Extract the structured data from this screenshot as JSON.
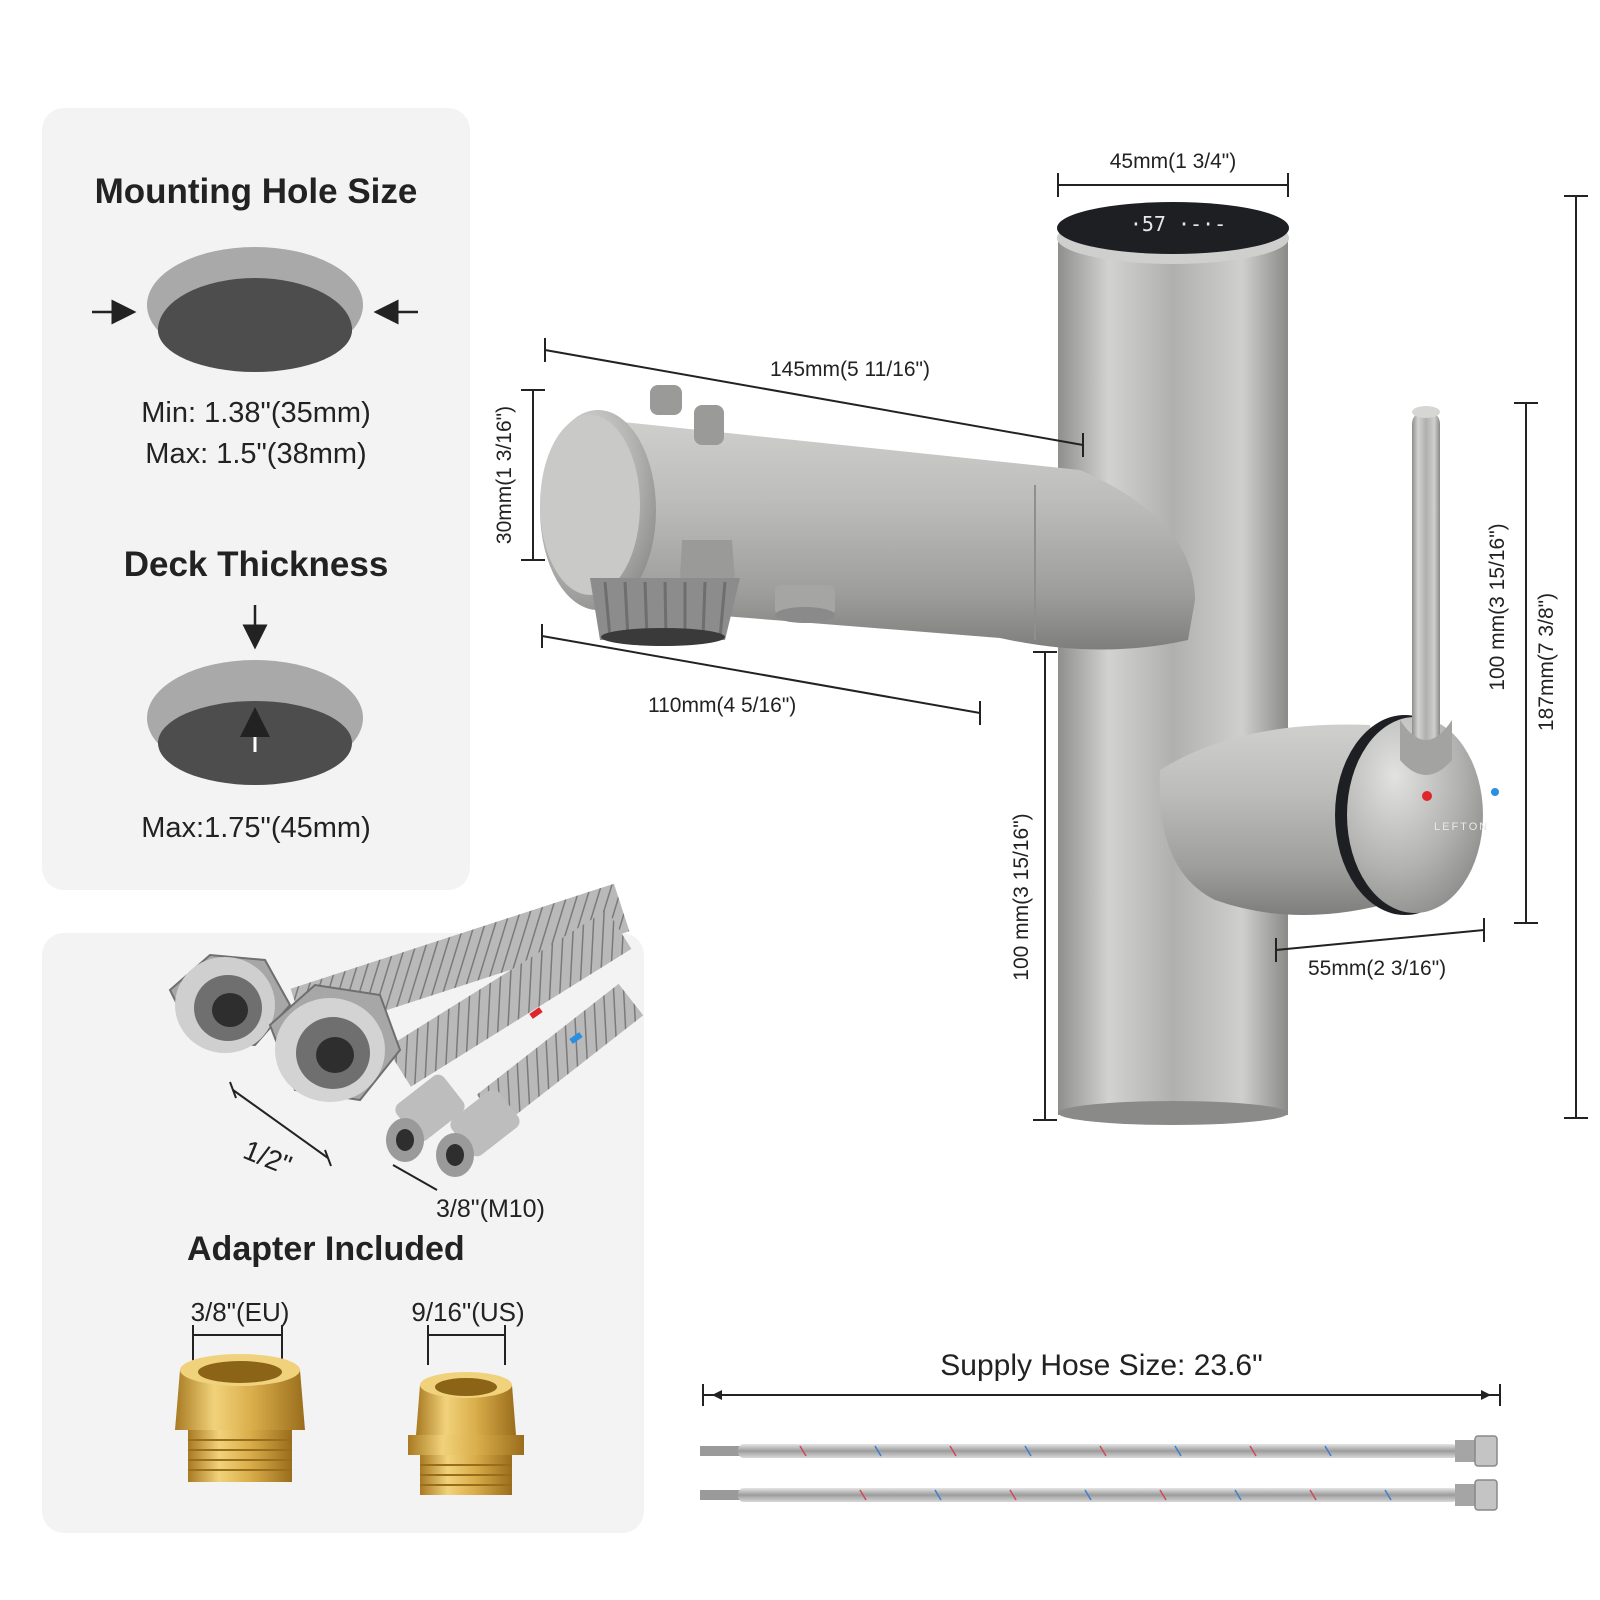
{
  "mounting": {
    "title": "Mounting Hole Size",
    "min": "Min: 1.38\"(35mm)",
    "max": "Max: 1.5\"(38mm)"
  },
  "deck": {
    "title": "Deck Thickness",
    "max": "Max:1.75\"(45mm)"
  },
  "connectors": {
    "half_inch": "1/2\"",
    "three_eighths": "3/8\"(M10)"
  },
  "adapter": {
    "title": "Adapter Included",
    "eu": "3/8\"(EU)",
    "us": "9/16\"(US)"
  },
  "hose": {
    "label": "Supply Hose Size: 23.6\""
  },
  "faucet": {
    "brand": "LEFTON",
    "display": "·57 ·-·-",
    "dims": {
      "top_width": "45mm(1 3/4\")",
      "spout_length": "145mm(5 11/16\")",
      "spout_height": "30mm(1 3/16\")",
      "sprayer_length": "110mm(4 5/16\")",
      "body_height": "100 mm(3 15/16\")",
      "handle_height": "100 mm(3 15/16\")",
      "total_height": "187mm(7 3/8\")",
      "handle_depth": "55mm(2 3/16\")"
    }
  },
  "colors": {
    "panel": "#f3f3f3",
    "steel": "#b8b8b6",
    "hole_dark": "#4d4d4d",
    "hole_ring": "#a9a9a9",
    "brass": "#d9ad4a",
    "hot": "#e0262b",
    "cold": "#2a8fe0"
  }
}
